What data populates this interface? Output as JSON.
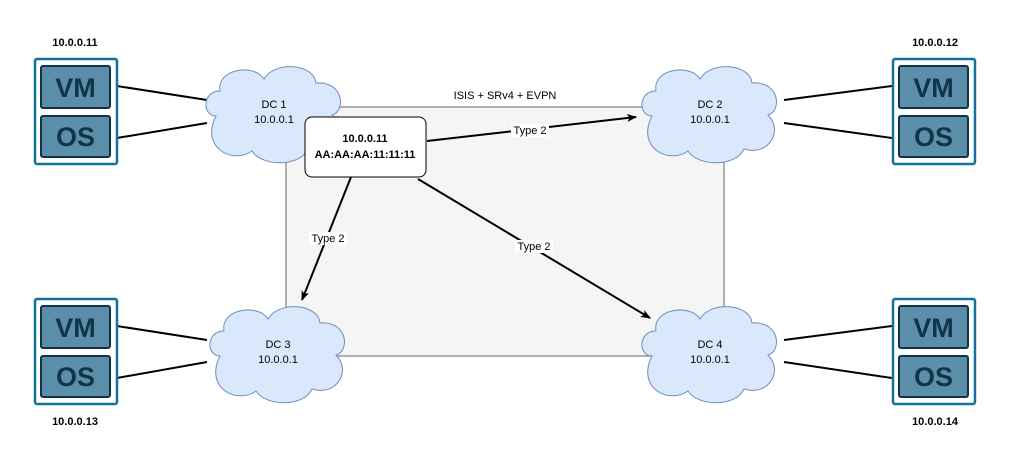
{
  "fabric": {
    "label": "ISIS + SRv4 + EVPN"
  },
  "route_box": {
    "ip": "10.0.0.11",
    "mac": "AA:AA:AA:11:11:11"
  },
  "edges": [
    {
      "label": "Type 2",
      "to": "DC 2"
    },
    {
      "label": "Type 2",
      "to": "DC 3"
    },
    {
      "label": "Type 2",
      "to": "DC 4"
    }
  ],
  "datacenters": [
    {
      "name": "DC 1",
      "ip": "10.0.0.1"
    },
    {
      "name": "DC 2",
      "ip": "10.0.0.1"
    },
    {
      "name": "DC 3",
      "ip": "10.0.0.1"
    },
    {
      "name": "DC 4",
      "ip": "10.0.0.1"
    }
  ],
  "hosts": [
    {
      "ip": "10.0.0.11",
      "top_label": "VM",
      "bottom_label": "OS"
    },
    {
      "ip": "10.0.0.12",
      "top_label": "VM",
      "bottom_label": "OS"
    },
    {
      "ip": "10.0.0.13",
      "top_label": "VM",
      "bottom_label": "OS"
    },
    {
      "ip": "10.0.0.14",
      "top_label": "VM",
      "bottom_label": "OS"
    }
  ],
  "colors": {
    "cloud_fill": "#dae8fc",
    "cloud_stroke": "#6c8ebf",
    "fabric_fill": "#f5f5f5",
    "fabric_stroke": "#666666",
    "host_frame": "#10739e",
    "host_tile": "#5b8ea8",
    "host_text": "#12334a"
  }
}
